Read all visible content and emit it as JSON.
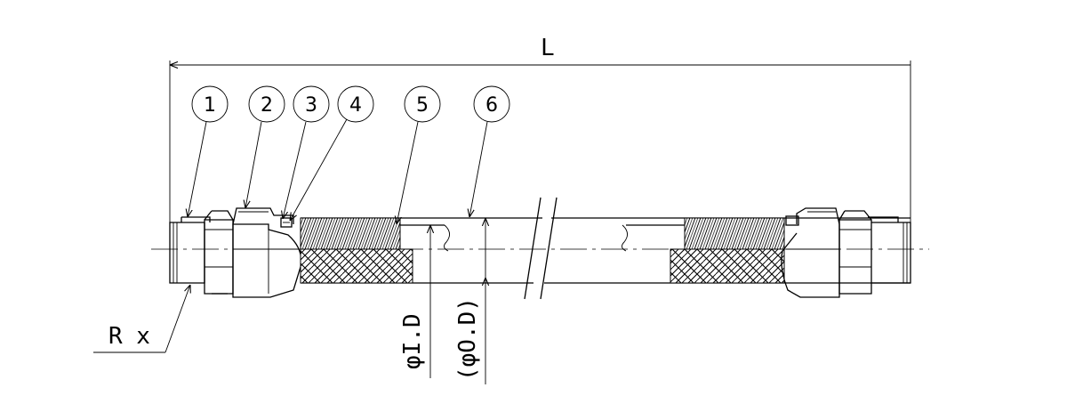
{
  "drawing": {
    "overall_length_label": "L",
    "thread_label": "R x",
    "inner_diameter_label": "φI.D",
    "outer_diameter_label": "(φO.D)",
    "balloons": [
      "1",
      "2",
      "3",
      "4",
      "5",
      "6"
    ]
  }
}
